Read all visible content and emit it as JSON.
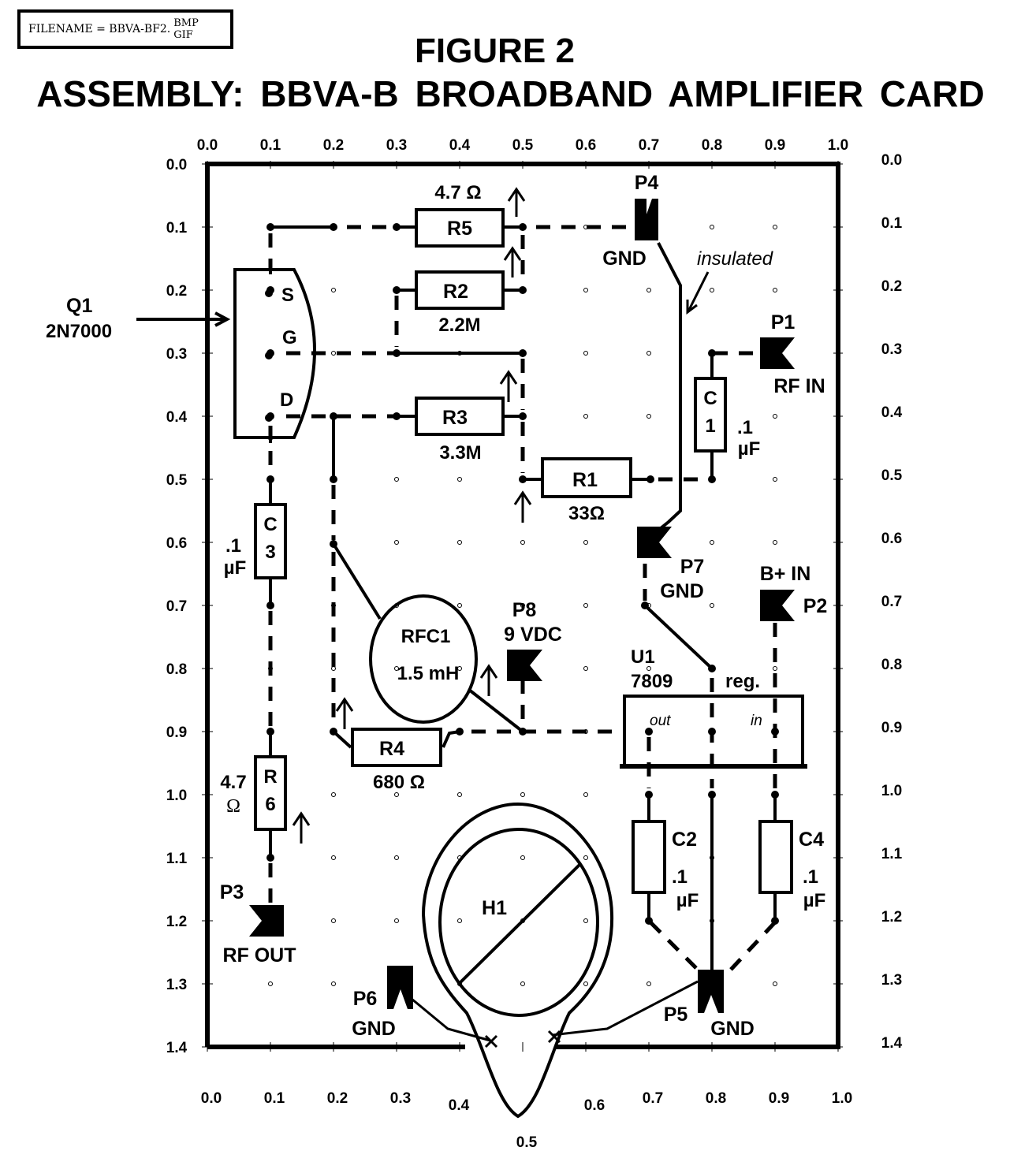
{
  "filename": {
    "prefix": "FILENAME = BBVA-BF2.",
    "ext_top": "BMP",
    "ext_bottom": "GIF"
  },
  "title": {
    "line1": "FIGURE 2",
    "line2": "ASSEMBLY: BBVA-B  BROADBAND  AMPLIFIER  CARD"
  },
  "axes": {
    "x_top": [
      "0.0",
      "0.1",
      "0.2",
      "0.3",
      "0.4",
      "0.5",
      "0.6",
      "0.7",
      "0.8",
      "0.9",
      "1.0"
    ],
    "x_bottom": [
      "0.0",
      "0.1",
      "0.2",
      "0.3",
      "0.4",
      "0.5",
      "0.6",
      "0.7",
      "0.8",
      "0.9",
      "1.0"
    ],
    "y_left": [
      "0.0",
      "0.1",
      "0.2",
      "0.3",
      "0.4",
      "0.5",
      "0.6",
      "0.7",
      "0.8",
      "0.9",
      "1.0",
      "1.1",
      "1.2",
      "1.3",
      "1.4"
    ],
    "y_right": [
      "0.0",
      "0.1",
      "0.2",
      "0.3",
      "0.4",
      "0.5",
      "0.6",
      "0.7",
      "0.8",
      "0.9",
      "1.0",
      "1.1",
      "1.2",
      "1.3",
      "1.4"
    ]
  },
  "transistor": {
    "name": "Q1",
    "part": "2N7000",
    "pins": [
      "S",
      "G",
      "D"
    ]
  },
  "resistors": {
    "R5": {
      "label": "R5",
      "value": "4.7 Ω"
    },
    "R2": {
      "label": "R2",
      "value": "2.2M"
    },
    "R3": {
      "label": "R3",
      "value": "3.3M"
    },
    "R1": {
      "label": "R1",
      "value": "33Ω"
    },
    "R4": {
      "label": "R4",
      "value": "680 Ω"
    },
    "R6": {
      "label_a": "R",
      "label_b": "6",
      "value_a": "4.7",
      "value_b": "Ω"
    }
  },
  "capacitors": {
    "C1": {
      "label_a": "C",
      "label_b": "1",
      "value_a": ".1",
      "value_b": "µF"
    },
    "C3": {
      "label_a": "C",
      "label_b": "3",
      "value_a": ".1",
      "value_b": "µF"
    },
    "C2": {
      "label": "C2",
      "value_a": ".1",
      "value_b": "µF"
    },
    "C4": {
      "label": "C4",
      "value_a": ".1",
      "value_b": "µF"
    }
  },
  "inductor": {
    "label": "RFC1",
    "value": "1.5 mH"
  },
  "regulator": {
    "name": "U1",
    "part": "7809",
    "type": "reg.",
    "pin_out": "out",
    "pin_in": "in"
  },
  "pads": {
    "P1": {
      "name": "P1",
      "desc": "RF IN"
    },
    "P2": {
      "name": "P2",
      "desc": "B+ IN"
    },
    "P3": {
      "name": "P3",
      "desc": "RF OUT"
    },
    "P4": {
      "name": "P4",
      "desc": "GND"
    },
    "P5": {
      "name": "P5",
      "desc": "GND"
    },
    "P6": {
      "name": "P6",
      "desc": "GND"
    },
    "P7": {
      "name": "P7",
      "desc": "GND"
    },
    "P8": {
      "name": "P8",
      "desc": "9 VDC"
    }
  },
  "hole": {
    "label": "H1"
  },
  "notes": {
    "insulated": "insulated"
  }
}
